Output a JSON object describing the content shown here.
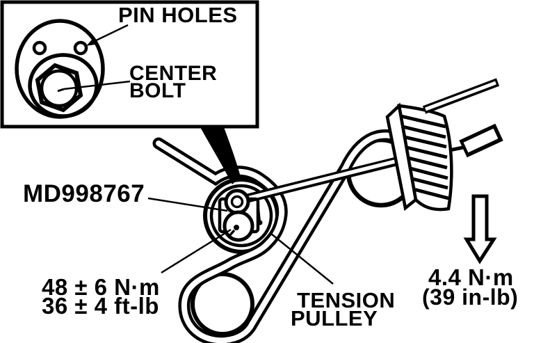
{
  "colors": {
    "ink": "#000000",
    "paper": "#ffffff"
  },
  "inset": {
    "pin_holes_label": "PIN HOLES",
    "center_bolt_line1": "CENTER",
    "center_bolt_line2": "BOLT"
  },
  "labels": {
    "tool_part_number": "MD998767",
    "tension_pulley_line1": "TENSION",
    "tension_pulley_line2": "PULLEY"
  },
  "torque": {
    "center_bolt_nm": "48 ± 6 N·m",
    "center_bolt_ftlb": "36 ± 4 ft-lb",
    "tension_nm": "4.4 N·m",
    "tension_inlb": "(39 in-lb)"
  }
}
